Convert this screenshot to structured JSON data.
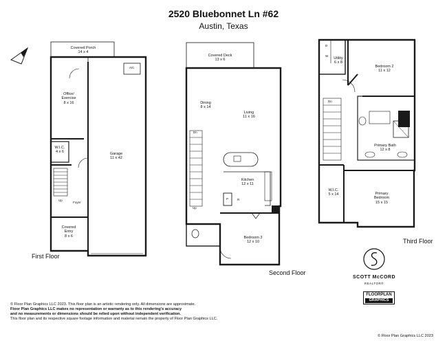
{
  "header": {
    "address": "2520 Bluebonnet Ln #62",
    "city": "Austin, Texas"
  },
  "floors": {
    "first": {
      "label": "First Floor",
      "rooms": {
        "porch": [
          "Covered Porch",
          "14 x 4"
        ],
        "office": [
          "Office/",
          "Exercise",
          "8 x 16"
        ],
        "wic": [
          "W.I.C.",
          "4 x 6"
        ],
        "garage": [
          "Garage",
          "11 x 42"
        ],
        "entry": [
          "Covered",
          "Entry",
          "8 x 6"
        ]
      },
      "small": {
        "ac": "A/C",
        "foyer": "Foyer",
        "up": "Up"
      }
    },
    "second": {
      "label": "Second Floor",
      "rooms": {
        "deck": [
          "Covered Deck",
          "13 x 6"
        ],
        "dining": [
          "Dining",
          "8 x 14"
        ],
        "living": [
          "Living",
          "11 x 16"
        ],
        "kitchen": [
          "Kitchen",
          "12 x 11"
        ],
        "bedroom3": [
          "Bedroom 3",
          "12 x 10"
        ]
      },
      "small": {
        "dn": "Dn",
        "up": "Up",
        "p": "P",
        "r": "R"
      }
    },
    "third": {
      "label": "Third Floor",
      "rooms": {
        "utility": [
          "Utility",
          "6 x 8"
        ],
        "bedroom2": [
          "Bedroom 2",
          "11 x 12"
        ],
        "primary_bath": [
          "Primary Bath",
          "12 x 8"
        ],
        "wic": [
          "W.I.C.",
          "5 x 14"
        ],
        "primary_bedroom": [
          "Primary",
          "Bedroom",
          "15 x 15"
        ]
      },
      "small": {
        "d": "D",
        "w": "W",
        "dn": "Dn"
      }
    }
  },
  "logo": {
    "name": "SCOTT McCORD",
    "sub": "REALTOR®",
    "brand_line1": "FLOORPLAN",
    "brand_line2": "GRAPHICS"
  },
  "footer": {
    "line1": "© Floor Plan Graphics LLC 2023. This floor plan is an artistic rendering only. All dimensions are approximate.",
    "line2": "Floor Plan Graphics LLC makes no representation or warranty as to this rendering's accuracy",
    "line3": "and no measurements or dimensions should be relied upon without independent verification.",
    "line4": "This floor plan and its respective square footage information and material remain the property of Floor Plan Graphics LLC.",
    "copyright": "© Floor Plan Graphics LLC 2023"
  },
  "colors": {
    "wall": "#1a1a1a",
    "text": "#111111",
    "background": "#ffffff"
  }
}
